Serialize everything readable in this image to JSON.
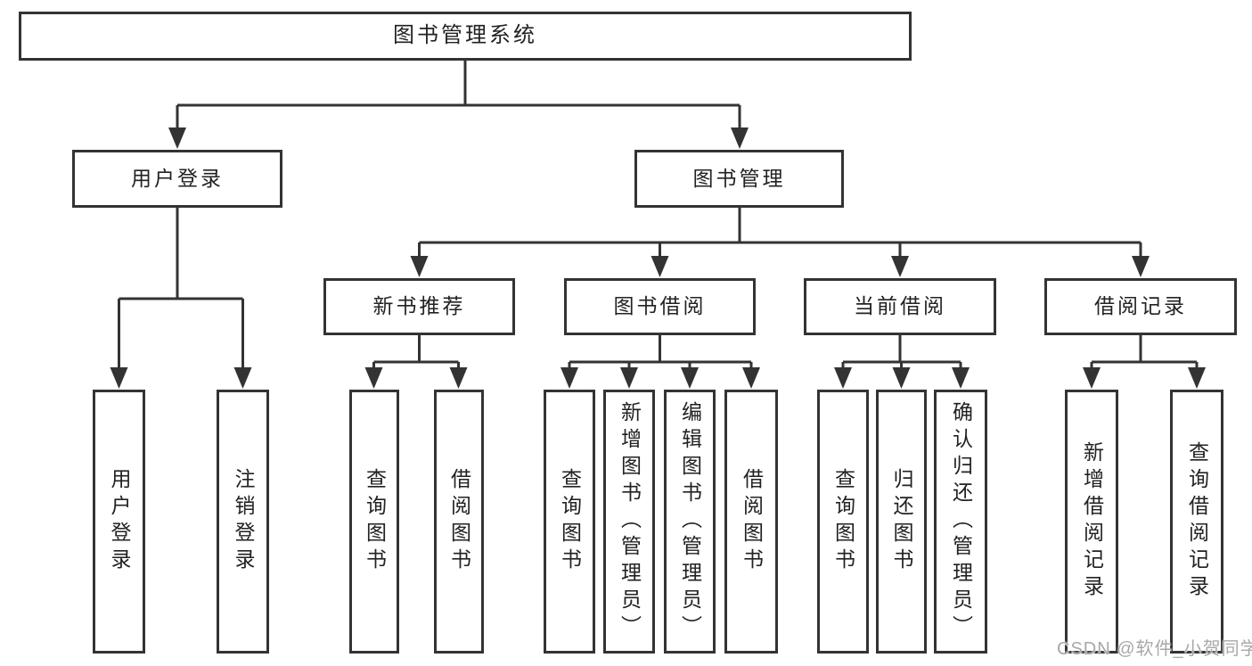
{
  "tree": {
    "root": "图书管理系统",
    "children": [
      {
        "label": "用户登录",
        "children": [
          "用户登录",
          "注销登录"
        ]
      },
      {
        "label": "图书管理",
        "children": [
          {
            "label": "新书推荐",
            "children": [
              "查询图书",
              "借阅图书"
            ]
          },
          {
            "label": "图书借阅",
            "children": [
              "查询图书",
              "新增图书（管理员）",
              "编辑图书（管理员）",
              "借阅图书"
            ]
          },
          {
            "label": "当前借阅",
            "children": [
              "查询图书",
              "归还图书",
              "确认归还（管理员）"
            ]
          },
          {
            "label": "借阅记录",
            "children": [
              "新增借阅记录",
              "查询借阅记录"
            ]
          }
        ]
      }
    ]
  },
  "watermark": "CSDN @软件_小贺同学",
  "colors": {
    "line": "#333333",
    "box_border": "#333333",
    "text": "#222222",
    "watermark": "#a8a8a8",
    "background": "#ffffff"
  }
}
